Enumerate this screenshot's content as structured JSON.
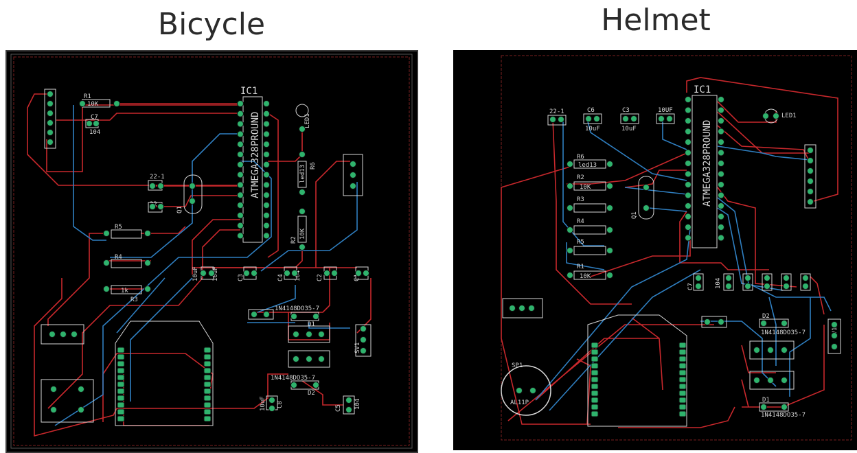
{
  "titles": {
    "left": "Bicycle",
    "right": "Helmet"
  },
  "colors": {
    "top_trace": "#c8282c",
    "bottom_trace": "#2f7fc1",
    "pad": "#2fb36d",
    "silk": "#d8d8d8",
    "board": "#000000"
  },
  "bicycle": {
    "ic": "IC1",
    "ic_part": "ATMEGA328PROUND",
    "r1": "R1",
    "r1_val": "10K",
    "c7": "C7",
    "c7_val": "104",
    "led": "LED1",
    "r6": "R6",
    "r6_val": "led13",
    "r2": "R2",
    "r2_val": "10K",
    "r5": "R5",
    "r4": "R4",
    "r3": "R3",
    "r3_val": "1k",
    "c22_1": "22-1",
    "c22": "22",
    "q1": "Q1",
    "c6": "10uF",
    "c6_val": "10uF",
    "c3": "C3",
    "c4": "C4",
    "c4_val": "104",
    "c2": "C2",
    "c1": "C1",
    "d1_part": "1N4148DO35-7",
    "d1": "D1",
    "d2_part": "1N4148DO35-7",
    "d2": "D2",
    "sv1": "SV1",
    "c8": "C8",
    "c8_val": "10uF",
    "c5": "C5",
    "c5_val": "104"
  },
  "helmet": {
    "ic": "IC1",
    "ic_part": "ATMEGA328PROUND",
    "c22_1": "22-1",
    "c6": "C6",
    "c6_val": "10uF",
    "c3": "C3",
    "c3_val": "10uF",
    "c_top": "10UF",
    "led": "LED1",
    "r6": "R6",
    "r6_val": "led13",
    "r2": "R2",
    "r2_val": "10K",
    "r3": "R3",
    "r4": "R4",
    "r5": "R5",
    "r1": "R1",
    "r1_val": "10K",
    "q1": "Q1",
    "c7": "C7",
    "c_104": "104",
    "d2": "D2",
    "d2_part": "1N4148DO35-7",
    "d1": "D1",
    "d1_part": "1N4148DO35-7",
    "sv1": "SV1",
    "sp1": "SP1",
    "buzzer": "AL11P"
  }
}
